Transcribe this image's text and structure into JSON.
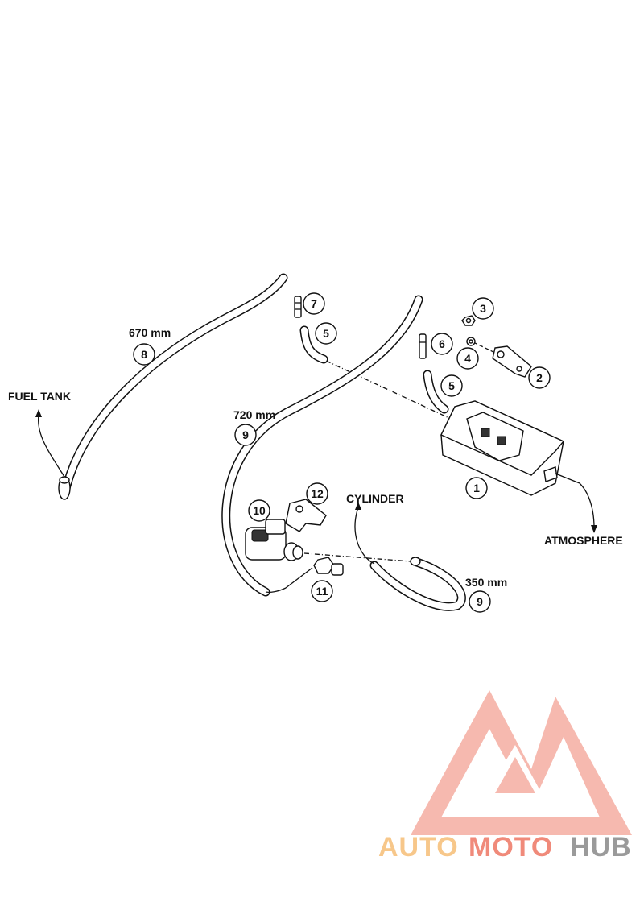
{
  "labels": {
    "fuel_tank": "FUEL TANK",
    "atmosphere": "ATMOSPHERE",
    "cylinder": "CYLINDER",
    "hose_8_length": "670 mm",
    "hose_9_long_length": "720 mm",
    "hose_9_short_length": "350 mm"
  },
  "callouts": [
    {
      "id": "1",
      "part": "canister"
    },
    {
      "id": "2",
      "part": "bracket"
    },
    {
      "id": "3",
      "part": "nut"
    },
    {
      "id": "4",
      "part": "washer"
    },
    {
      "id": "5",
      "part": "elbow-hose-left"
    },
    {
      "id": "5",
      "part": "elbow-hose-right"
    },
    {
      "id": "6",
      "part": "connector-right"
    },
    {
      "id": "7",
      "part": "connector-left"
    },
    {
      "id": "8",
      "part": "hose-670"
    },
    {
      "id": "9",
      "part": "hose-720"
    },
    {
      "id": "9",
      "part": "hose-350"
    },
    {
      "id": "10",
      "part": "purge-valve"
    },
    {
      "id": "11",
      "part": "fitting"
    },
    {
      "id": "12",
      "part": "valve-bracket"
    }
  ],
  "watermark": {
    "part1": "AUTO",
    "part2": "MOTO",
    "part3": "HUB",
    "color1": "#f7c78a",
    "color2": "#f08a7a",
    "color3": "#9a9a9a",
    "logo_color": "#f4a79b"
  }
}
